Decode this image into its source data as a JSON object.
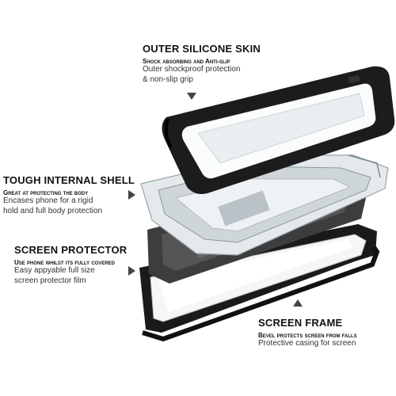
{
  "callouts": {
    "outer_silicone_skin": {
      "title": "OUTER SILICONE SKIN",
      "subtitle": "Shock absorbing and Anti-slip",
      "line1": "Outer shockproof protection",
      "line2": "& non-slip grip"
    },
    "tough_internal_shell": {
      "title": "TOUGH INTERNAL SHELL",
      "subtitle": "Great at protecting the body",
      "line1": "Encases phone for a rigid",
      "line2": "hold and full body protection"
    },
    "screen_protector": {
      "title": "SCREEN PROTECTOR",
      "subtitle": "Use phone whilst its fully covered",
      "line1": "Easy appyable full size",
      "line2": "screen protector film"
    },
    "screen_frame": {
      "title": "SCREEN FRAME",
      "subtitle": "Bevel protects screen from falls",
      "line1": "Protective casing for screen"
    }
  },
  "colors": {
    "silicone": "#1c1c1c",
    "shell_clear": "#e6ebee",
    "phone_body": "#3a3a3a",
    "screen_glass": "#f2f4f6",
    "arrow": "#444444"
  }
}
